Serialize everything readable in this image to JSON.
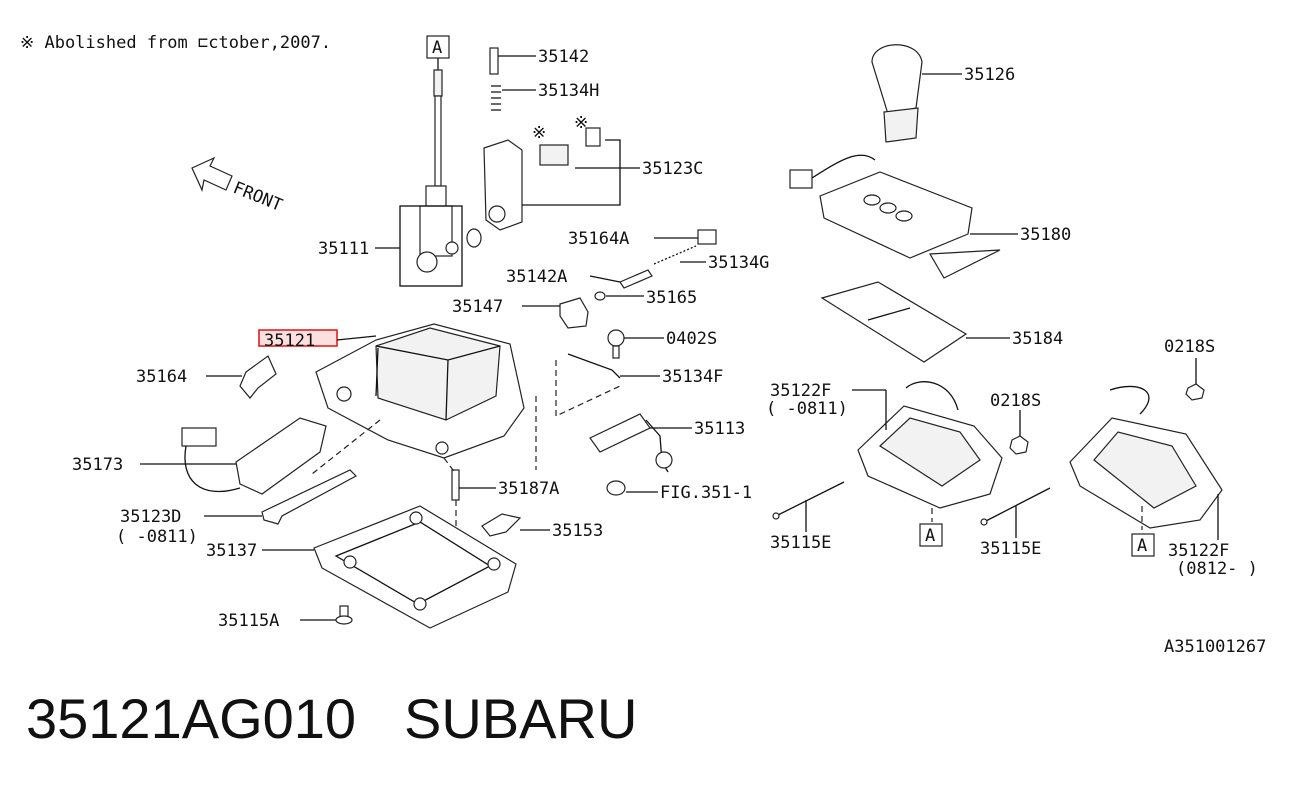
{
  "note": "※ Abolished from ⊏ctober,2007.",
  "drawing_id": "A351001267",
  "footer": {
    "part_number": "35121AG010",
    "brand": "SUBARU"
  },
  "highlight_color": "#e02020",
  "front_label": "FRONT",
  "section_marker": "A",
  "labels": {
    "p35142": "35142",
    "p35134H": "35134H",
    "p35123C": "35123C",
    "p35126": "35126",
    "p35111": "35111",
    "p35164A": "35164A",
    "p35134G": "35134G",
    "p35142A": "35142A",
    "p35165": "35165",
    "p35180": "35180",
    "p35147": "35147",
    "p35121": "35121",
    "p0402S": "0402S",
    "p35184": "35184",
    "p35164": "35164",
    "p35134F": "35134F",
    "p35122F_a": "35122F",
    "p35122F_a_range": "( -0811)",
    "p0218S_a": "0218S",
    "p0218S_b": "0218S",
    "p35113": "35113",
    "p35173": "35173",
    "p35187A": "35187A",
    "fig": "FIG.351-1",
    "p35123D": "35123D",
    "p35123D_range": "( -0811)",
    "p35153": "35153",
    "p35137": "35137",
    "p35115E_a": "35115E",
    "p35115E_b": "35115E",
    "p35122F_b": "35122F",
    "p35122F_b_range": "(0812- )",
    "p35115A": "35115A"
  }
}
